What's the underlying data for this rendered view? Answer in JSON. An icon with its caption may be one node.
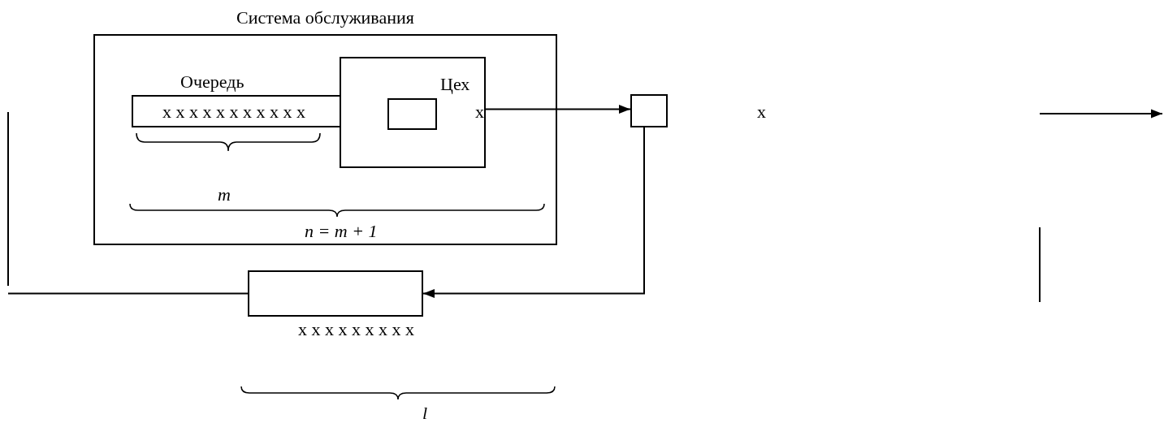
{
  "diagram": {
    "nodes": [
      {
        "text": [
          "Система обслуживания"
        ]
      },
      {
        "text": [
          "Очередь"
        ],
        "in": 0
      },
      {
        "text": [
          "Цех"
        ],
        "in": 0
      },
      {
        "text": [],
        "shape": "box",
        "in": 2
      },
      {
        "text": [],
        "shape": "box"
      },
      {
        "text": [],
        "shape": "box",
        "beside": [
          "x x x x x x x x x"
        ]
      }
    ],
    "edges": [
      {
        "from": 2,
        "to": 4,
        "arrow": "to"
      },
      {
        "from": 4,
        "to": 5,
        "arrow": "to"
      },
      {
        "from": 5,
        "to": null,
        "arrow": "none"
      }
    ],
    "labels": [
      "x x x x x x x x x x x",
      "x",
      "x",
      "m",
      "n = m + 1",
      "l"
    ]
  }
}
